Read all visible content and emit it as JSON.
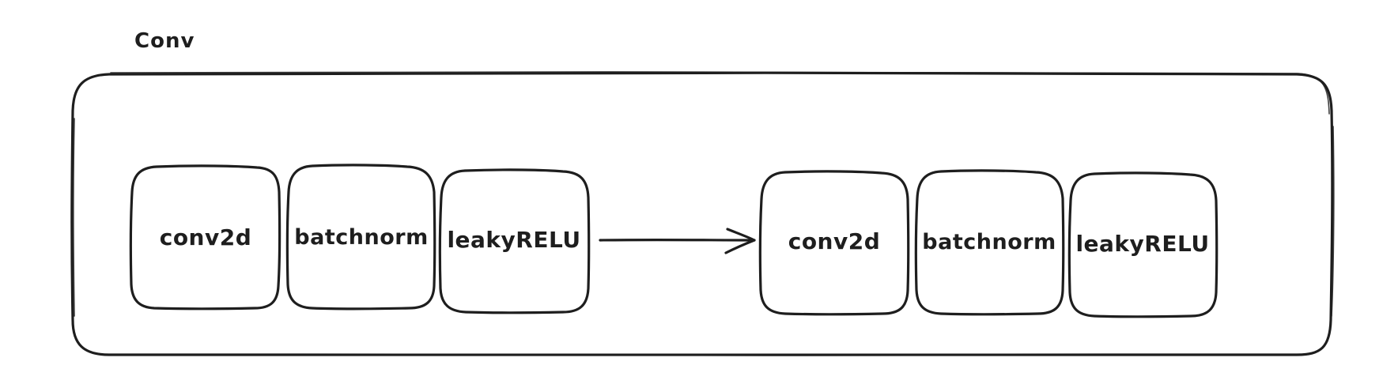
{
  "container": {
    "title": "Conv"
  },
  "blocks_left": [
    {
      "label": "conv2d"
    },
    {
      "label": "batchnorm"
    },
    {
      "label": "leakyRELU"
    }
  ],
  "blocks_right": [
    {
      "label": "conv2d"
    },
    {
      "label": "batchnorm"
    },
    {
      "label": "leakyRELU"
    }
  ],
  "colors": {
    "stroke": "#1e1e1e",
    "background": "#ffffff"
  }
}
